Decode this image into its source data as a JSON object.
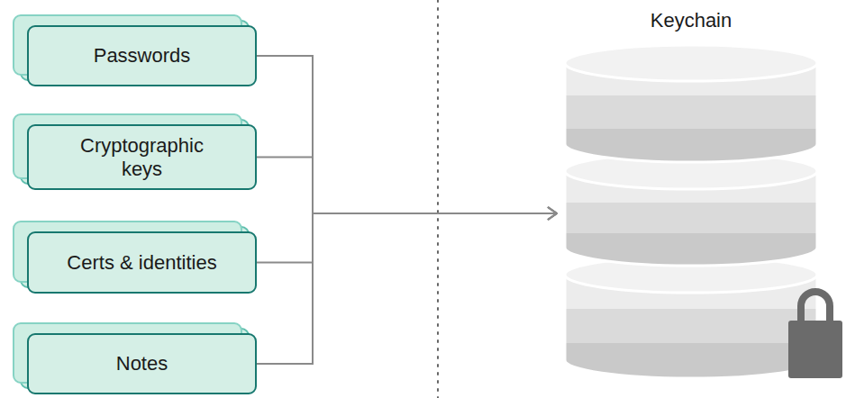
{
  "diagram": {
    "nodes": [
      {
        "text": [
          "Passwords"
        ]
      },
      {
        "text": [
          "Cryptographic keys"
        ]
      },
      {
        "text": [
          "Certs & identities"
        ]
      },
      {
        "text": [
          "Notes"
        ]
      },
      {
        "text": [
          "Keychain"
        ]
      }
    ],
    "edges": [
      {
        "from": 0,
        "to": 4,
        "arrow": "to"
      },
      {
        "from": 1,
        "to": 4,
        "arrow": "to"
      },
      {
        "from": 2,
        "to": 4,
        "arrow": "to"
      },
      {
        "from": 3,
        "to": 4,
        "arrow": "to"
      }
    ]
  }
}
